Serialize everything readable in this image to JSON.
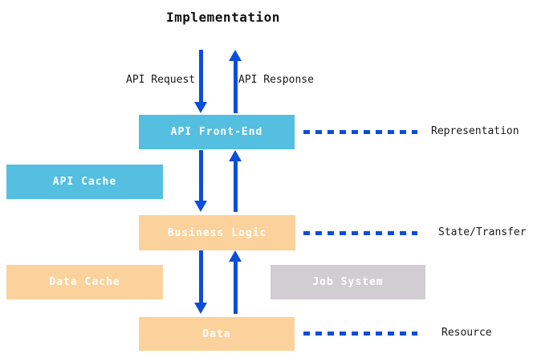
{
  "title": "Implementation",
  "colors": {
    "cyan": "#54BFE1",
    "orange": "#FBD29B",
    "gray": "#D1CDD2",
    "blue": "#0B4ED9",
    "box_text": "#FFFFFF",
    "text_dark": "#1A1A1A"
  },
  "top_arrows": {
    "request_label": "API Request",
    "response_label": "API Response"
  },
  "layers": [
    {
      "id": "api-front-end",
      "label": "API Front-End",
      "annotation": "Representation"
    },
    {
      "id": "business-logic",
      "label": "Business Logic",
      "annotation": "State/Transfer"
    },
    {
      "id": "data",
      "label": "Data",
      "annotation": "Resource"
    }
  ],
  "side_boxes": [
    {
      "id": "api-cache",
      "label": "API Cache"
    },
    {
      "id": "data-cache",
      "label": "Data Cache"
    },
    {
      "id": "job-system",
      "label": "Job System"
    }
  ]
}
